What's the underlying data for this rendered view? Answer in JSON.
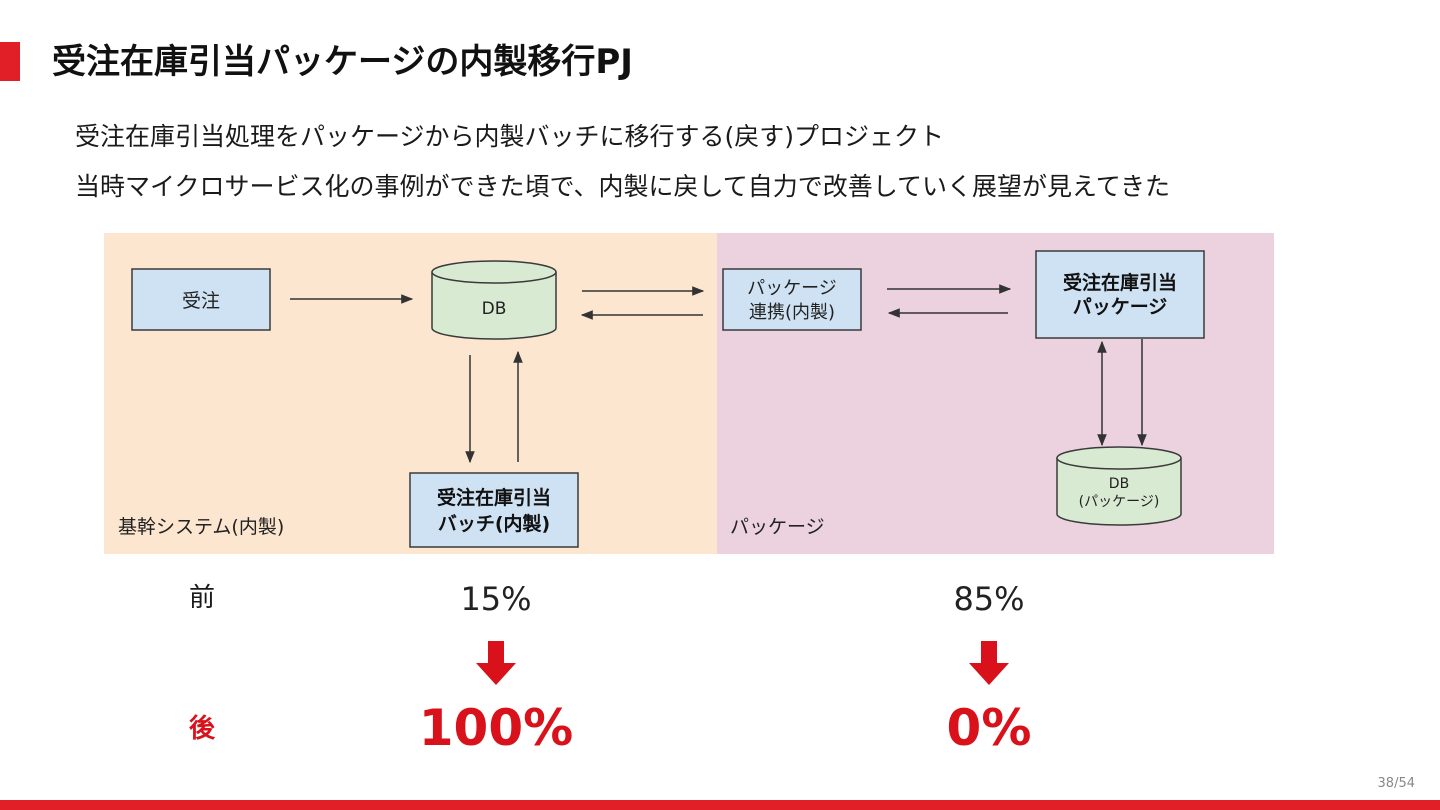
{
  "slide": {
    "title": "受注在庫引当パッケージの内製移行PJ",
    "bullets": [
      "受注在庫引当処理をパッケージから内製バッチに移行する(戻す)プロジェクト",
      "当時マイクロサービス化の事例ができた頃で、内製に戻して自力で改善していく展望が見えてきた"
    ],
    "page_number": "38/54",
    "accent_color": "#e01f26"
  },
  "diagram": {
    "zones": {
      "internal": {
        "label": "基幹システム(内製)",
        "color": "#fce6d0"
      },
      "package": {
        "label": "パッケージ",
        "color": "#ecd2de"
      }
    },
    "nodes": {
      "juchu": "受注",
      "db": "DB",
      "renkei": [
        "パッケージ",
        "連携(内製)"
      ],
      "package_box": [
        "受注在庫引当",
        "パッケージ"
      ],
      "batch_box": [
        "受注在庫引当",
        "バッチ(内製)"
      ],
      "db_package": [
        "DB",
        "(パッケージ)"
      ]
    }
  },
  "comparison": {
    "before_label": "前",
    "after_label": "後",
    "internal_before": "15%",
    "package_before": "85%",
    "internal_after": "100%",
    "package_after": "0%"
  }
}
